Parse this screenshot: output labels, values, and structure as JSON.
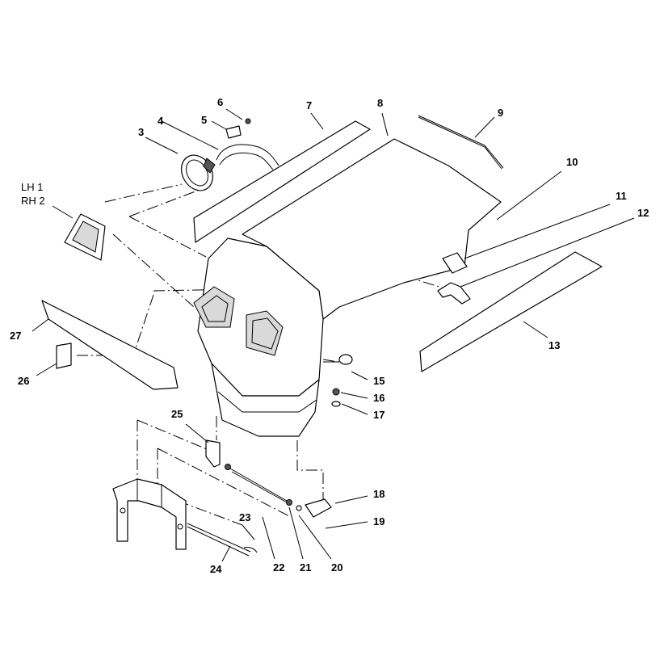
{
  "diagram": {
    "type": "exploded-parts-view",
    "callouts": [
      {
        "id": "lh1",
        "text": "LH 1"
      },
      {
        "id": "rh2",
        "text": "RH 2"
      },
      {
        "id": "c3",
        "text": "3"
      },
      {
        "id": "c4",
        "text": "4"
      },
      {
        "id": "c5",
        "text": "5"
      },
      {
        "id": "c6",
        "text": "6"
      },
      {
        "id": "c7",
        "text": "7"
      },
      {
        "id": "c8",
        "text": "8"
      },
      {
        "id": "c9",
        "text": "9"
      },
      {
        "id": "c10",
        "text": "10"
      },
      {
        "id": "c11",
        "text": "11"
      },
      {
        "id": "c12",
        "text": "12"
      },
      {
        "id": "c13",
        "text": "13"
      },
      {
        "id": "c15",
        "text": "15"
      },
      {
        "id": "c16",
        "text": "16"
      },
      {
        "id": "c17",
        "text": "17"
      },
      {
        "id": "c18",
        "text": "18"
      },
      {
        "id": "c19",
        "text": "19"
      },
      {
        "id": "c20",
        "text": "20"
      },
      {
        "id": "c21",
        "text": "21"
      },
      {
        "id": "c22",
        "text": "22"
      },
      {
        "id": "c23",
        "text": "23"
      },
      {
        "id": "c24",
        "text": "24"
      },
      {
        "id": "c25",
        "text": "25"
      },
      {
        "id": "c26",
        "text": "26"
      },
      {
        "id": "c27",
        "text": "27"
      }
    ]
  }
}
